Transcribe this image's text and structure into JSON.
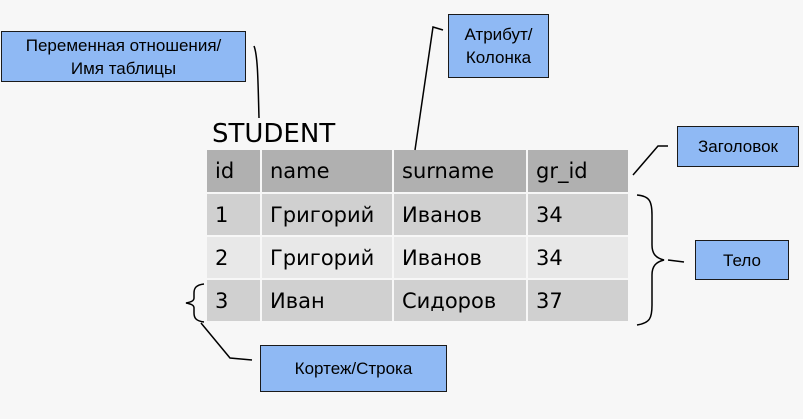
{
  "callouts": {
    "relvar": {
      "line1": "Переменная отношения/",
      "line2": "Имя таблицы"
    },
    "attribute": {
      "line1": "Атрибут/",
      "line2": "Колонка"
    },
    "header": "Заголовок",
    "body": "Тело",
    "tuple": "Кортеж/Строка"
  },
  "table": {
    "name": "STUDENT",
    "columns": [
      "id",
      "name",
      "surname",
      "gr_id"
    ],
    "rows": [
      [
        "1",
        "Григорий",
        "Иванов",
        "34"
      ],
      [
        "2",
        "Григорий",
        "Иванов",
        "34"
      ],
      [
        "3",
        "Иван",
        "Сидоров",
        "37"
      ]
    ]
  },
  "colors": {
    "callout_fill": "#8fb9f4",
    "header_row": "#b0b0b0",
    "row_dark": "#d0d0d0",
    "row_light": "#e8e8e8",
    "background": "#f7f7f7"
  }
}
